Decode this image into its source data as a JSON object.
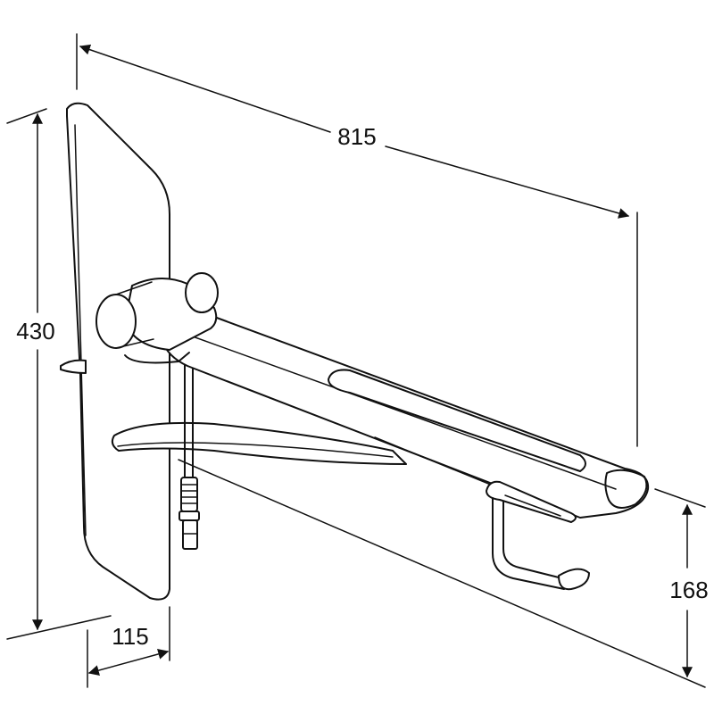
{
  "dimensions": {
    "total_length": "815",
    "height": "430",
    "depth": "115",
    "holder_height": "168"
  },
  "colors": {
    "line": "#111111",
    "background": "#ffffff"
  }
}
